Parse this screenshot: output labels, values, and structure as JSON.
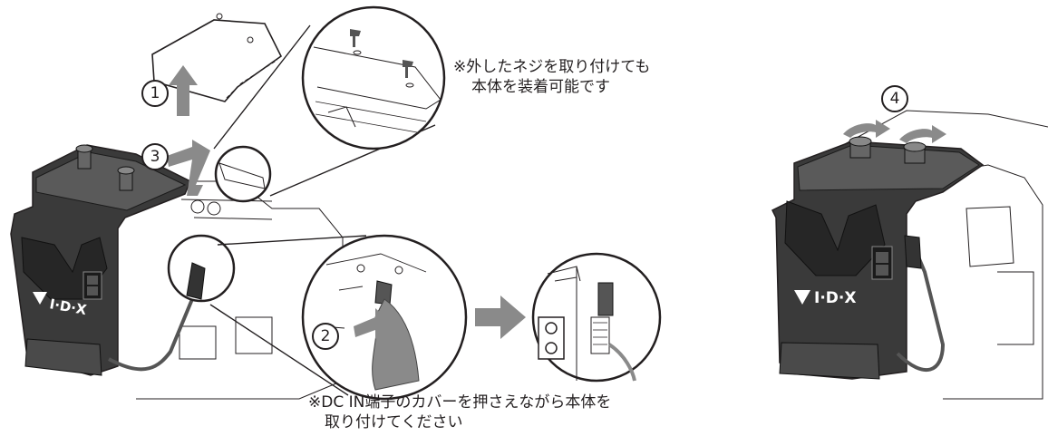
{
  "steps": [
    "1",
    "2",
    "3",
    "4"
  ],
  "notes": {
    "screw_line1": "※外したネジを取り付けても",
    "screw_line2": "本体を装着可能です",
    "dcin_line1": "※DC IN端子のカバーを押さえながら本体を",
    "dcin_line2": "取り付けてください"
  },
  "logo_text": "I·D·X",
  "colors": {
    "line": "#231f20",
    "plate": "#3a3a3a",
    "arrow": "#8a8a8a"
  }
}
